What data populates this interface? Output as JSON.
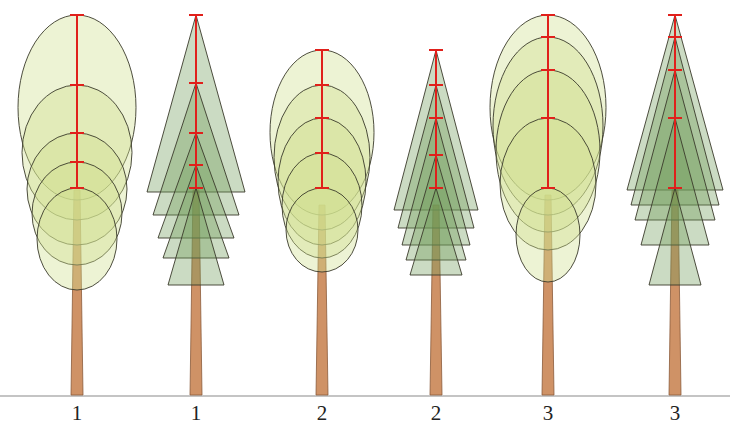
{
  "diagram": {
    "labels": [
      "1",
      "1",
      "2",
      "2",
      "3",
      "3"
    ]
  }
}
